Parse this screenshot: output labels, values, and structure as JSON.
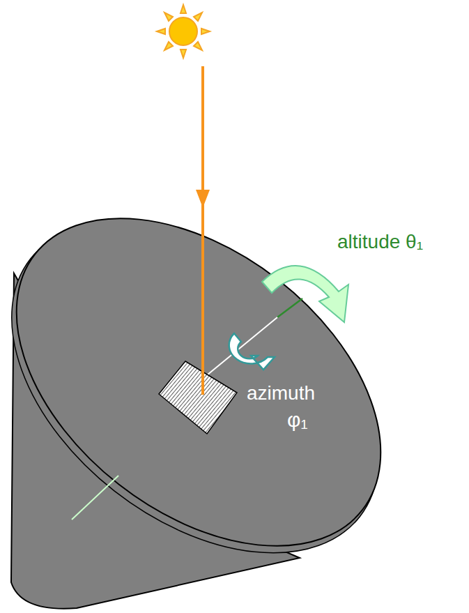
{
  "diagram": {
    "labels": [
      "altitude θ₁",
      "azimuth",
      "φ₁"
    ]
  }
}
